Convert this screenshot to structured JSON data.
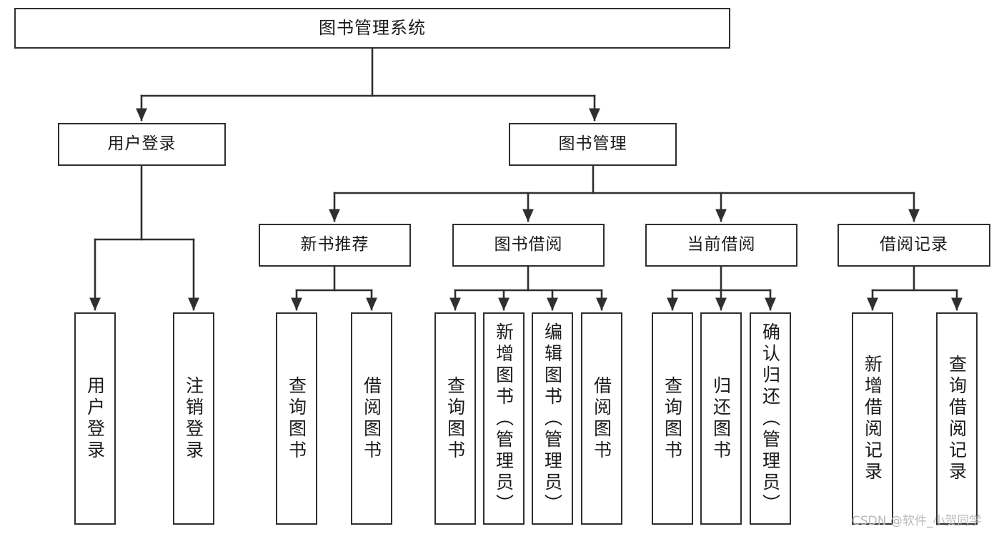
{
  "diagram": {
    "title": "图书管理系统",
    "type": "tree-hierarchy",
    "watermark": "CSDN @软件_小贺同学",
    "colors": {
      "box_border": "#2f2f2f",
      "box_fill": "#ffffff",
      "edge": "#2f2f2f",
      "text": "#1a1a1a",
      "watermark": "#b8b8b8",
      "background": "#ffffff"
    },
    "nodes": {
      "root": {
        "label": "图书管理系统"
      },
      "level2": [
        {
          "label": "用户登录"
        },
        {
          "label": "图书管理"
        }
      ],
      "level3": [
        {
          "label": "新书推荐"
        },
        {
          "label": "图书借阅"
        },
        {
          "label": "当前借阅"
        },
        {
          "label": "借阅记录"
        }
      ],
      "leaves": {
        "user_login": [
          {
            "label": "用户登录"
          },
          {
            "label": "注销登录"
          }
        ],
        "new_book_recommend": [
          {
            "label": "查询图书"
          },
          {
            "label": "借阅图书"
          }
        ],
        "book_borrow": [
          {
            "label": "查询图书"
          },
          {
            "label": "新增图书（管理员）"
          },
          {
            "label": "编辑图书（管理员）"
          },
          {
            "label": "借阅图书"
          }
        ],
        "current_borrow": [
          {
            "label": "查询图书"
          },
          {
            "label": "归还图书"
          },
          {
            "label": "确认归还（管理员）"
          }
        ],
        "borrow_record": [
          {
            "label": "新增借阅记录"
          },
          {
            "label": "查询借阅记录"
          }
        ]
      }
    }
  }
}
